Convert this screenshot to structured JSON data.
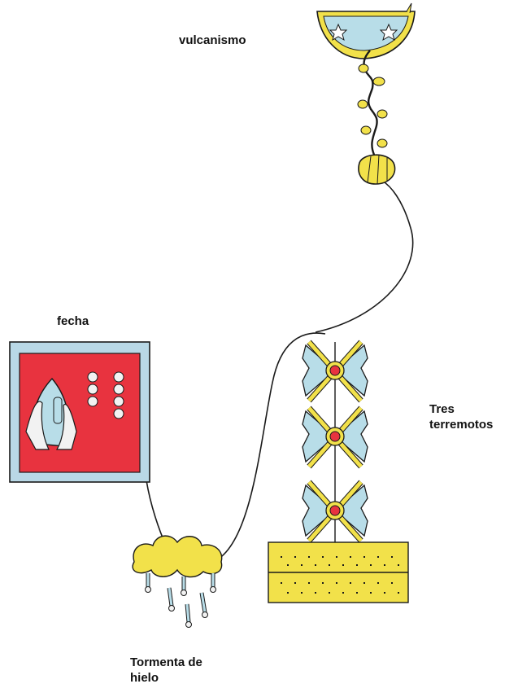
{
  "labels": {
    "vulcanismo": "vulcanismo",
    "fecha": "fecha",
    "tres_line1": "Tres",
    "tres_line2": "terremotos",
    "tormenta_line1": "Tormenta de",
    "tormenta_line2": "hielo"
  },
  "colors": {
    "stroke": "#1a1a1a",
    "ice_blue": "#b8dde8",
    "yellow": "#f2e14a",
    "red": "#e8333f",
    "frame_blue": "#b9d8e6",
    "bead_white": "#f2f2f2"
  }
}
